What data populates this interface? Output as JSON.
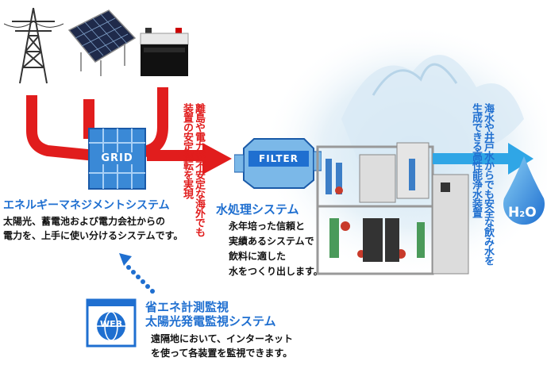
{
  "energy": {
    "grid_label": "GRID",
    "title": "エネルギーマネジメントシステム",
    "desc_line1": "太陽光、蓄電池および電力会社からの",
    "desc_line2": "電力を、上手に使い分けるシステムです。"
  },
  "red_vertical": {
    "col1": "離島や電力が不安定な海外でも",
    "col2": "装置の安定運転を実現"
  },
  "water": {
    "filter_label": "FILTER",
    "title": "水処理システム",
    "desc_line1": "永年培った信頼と",
    "desc_line2": "実績あるシステムで",
    "desc_line3": "飲料に適した",
    "desc_line4": "水をつくり出します。"
  },
  "blue_vertical": {
    "col1": "海水や井戸水からでも安全な飲み水を",
    "col2": "生成できる高性能浄水装置"
  },
  "h2o": {
    "main": "H",
    "sub": "2",
    "tail": "O"
  },
  "monitor": {
    "web_label": "WEB",
    "title_line1": "省エネ計測監視",
    "title_line2": "太陽光発電監視システム",
    "desc_line1": "遠隔地において、インターネット",
    "desc_line2": "を使って各装置を監視できます。"
  },
  "colors": {
    "red": "#e11d1d",
    "blue": "#1f6fd0",
    "sky": "#2fa6e6"
  },
  "icons": [
    "power-tower-icon",
    "solar-panel-icon",
    "battery-icon",
    "grid-icon",
    "filter-icon",
    "water-plant-icon",
    "water-drop-icon",
    "web-globe-icon"
  ]
}
